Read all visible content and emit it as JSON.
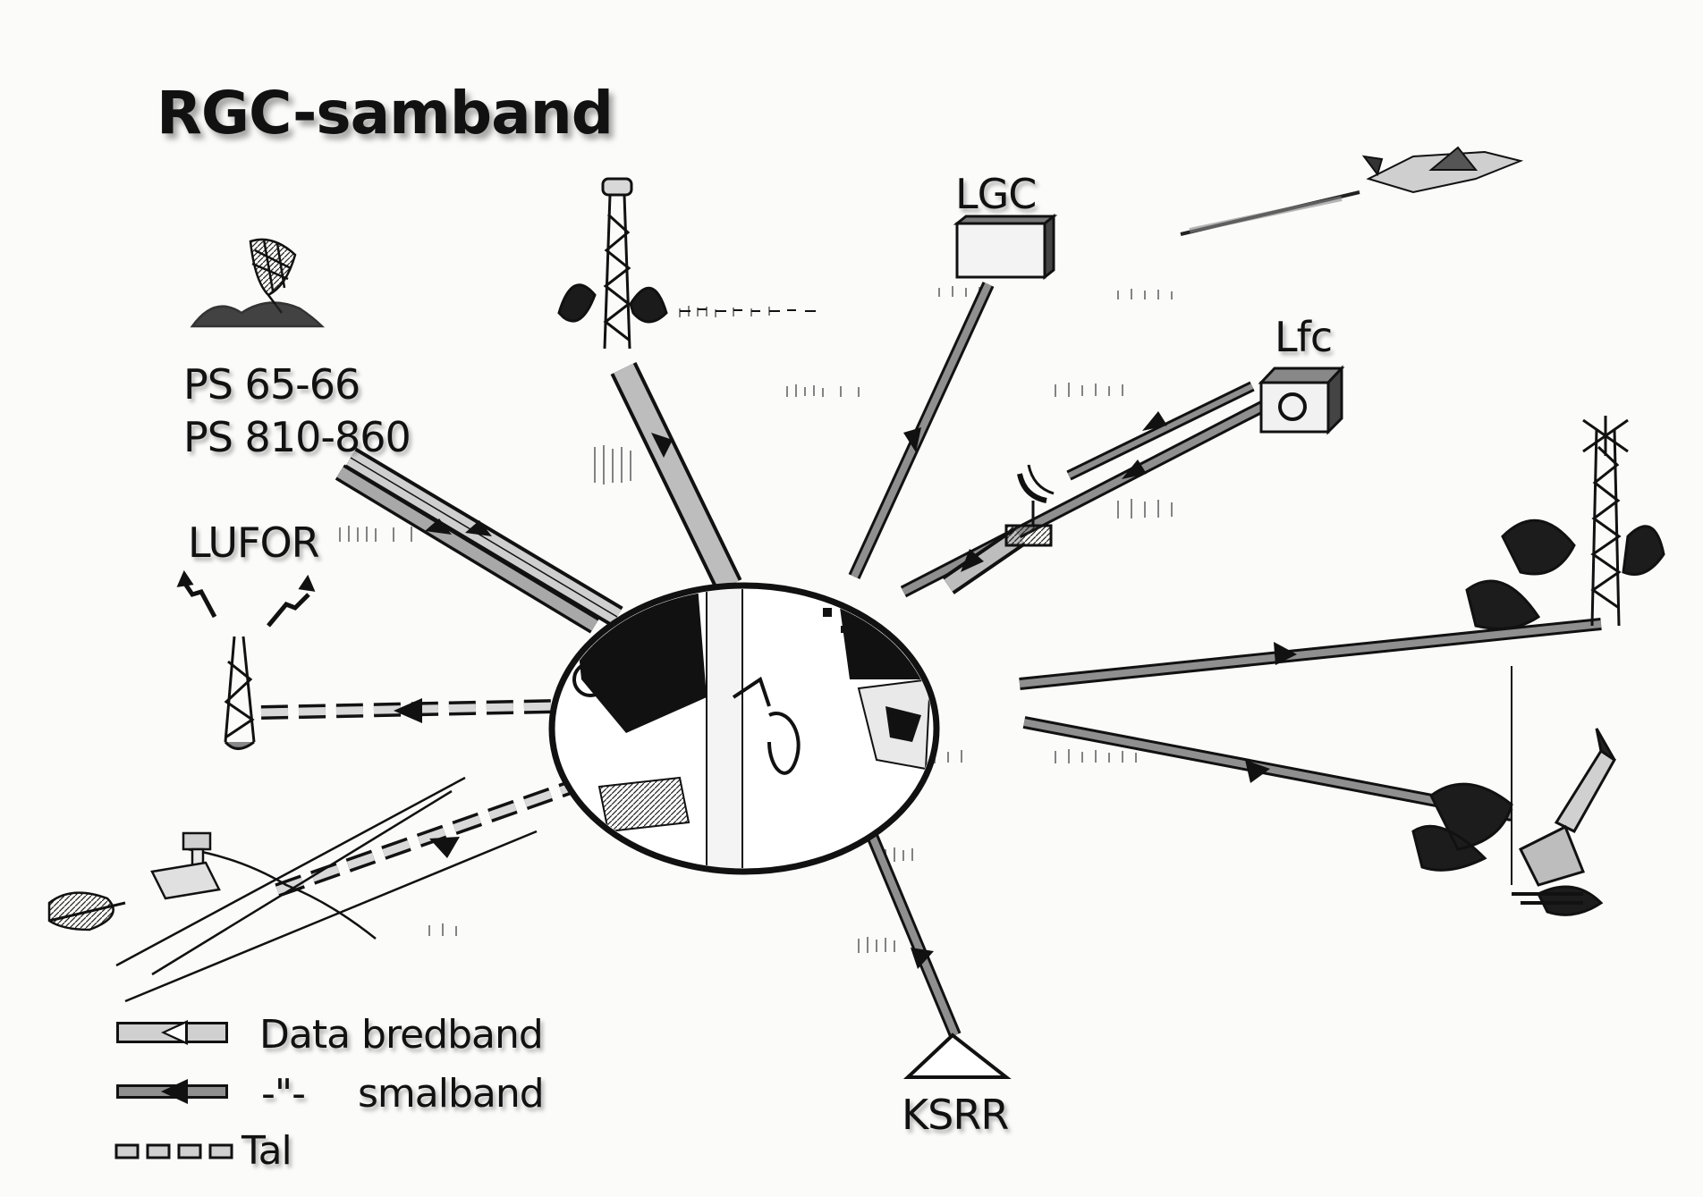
{
  "title": "RGC-samband",
  "nodes": {
    "lgc": "LGC",
    "lfc": "Lfc",
    "ps_line1": "PS 65-66",
    "ps_line2": "PS 810-860",
    "lufor": "LUFOR",
    "ksrr": "KSRR"
  },
  "legend": {
    "wideband": "Data bredband",
    "ditto": "-\"-",
    "narrowband": "smalband",
    "voice": "Tal"
  },
  "colors": {
    "background": "#fbfbfa",
    "ink": "#111111",
    "wideband_fill": "#c9c9c9",
    "narrowband_fill": "#8f8f8f"
  }
}
